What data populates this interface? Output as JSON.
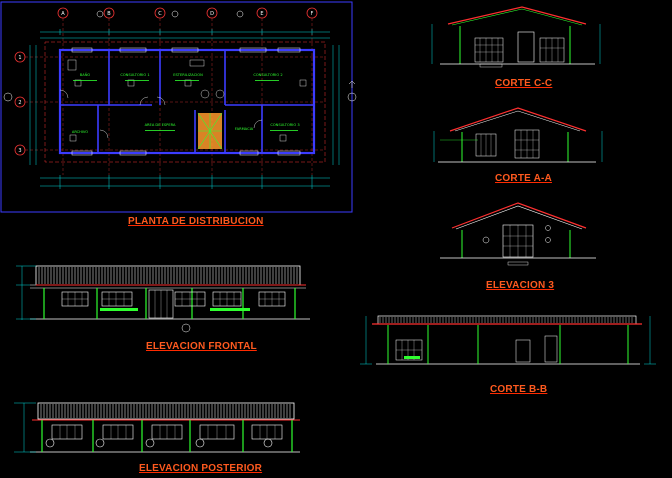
{
  "drawings": {
    "plan_title": "PLANTA DE DISTRIBUCION",
    "front_title": "ELEVACION FRONTAL",
    "rear_title": "ELEVACION POSTERIOR",
    "corte_cc_title": "CORTE C-C",
    "corte_aa_title": "CORTE A-A",
    "elev3_title": "ELEVACION 3",
    "corte_bb_title": "CORTE B-B"
  },
  "grid": {
    "columns": [
      "A",
      "B",
      "C",
      "D",
      "E",
      "F"
    ],
    "rows": [
      "1",
      "2",
      "3"
    ]
  },
  "rooms": {
    "r1": "BAÑO",
    "r2": "CONSULTORIO 1",
    "r3": "ESTERILIZACION",
    "r4": "CONSULTORIO 2",
    "r5": "ARCHIVO",
    "r6": "AREA DE ESPERA",
    "r7": "CONSULTORIO 3",
    "r8": "FARMACIA"
  },
  "colors": {
    "frame": "#3b3bff",
    "wall": "#3c3cff",
    "roof": "#ffffff",
    "dim": "#00d7d7",
    "title": "#ff5a1f",
    "green": "#2fff2f"
  }
}
